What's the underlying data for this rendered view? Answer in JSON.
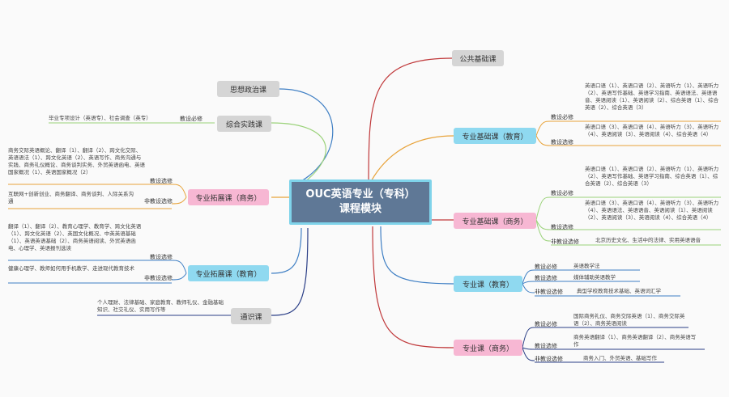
{
  "root": {
    "line1": "OUC英语专业（专科）",
    "line2": "课程模块"
  },
  "public": {
    "title": "公共基础课"
  },
  "right_branches": {
    "edu_basic": {
      "title": "专业基础课（教育）",
      "req_label": "教设必修",
      "req_text": "英语口语（1）、英语口语（2）、英语听力（1）、英语听力（2）、英语写作基础、英语学习指南、英语语法、英语语音、英语阅读（1）、英语阅读（2）、综合英语（1）、综合英语（2）、综合英语（3）",
      "elec_label": "教设选修",
      "elec_text": "英语口语（3）、英语口语（4）、英语听力（3）、英语听力（4）、英语阅读（3）、英语阅读（4）、综合英语（4）"
    },
    "biz_basic": {
      "title": "专业基础课（商务）",
      "req_label": "教设必修",
      "req_text": "英语口语（1）、英语口语（2）、英语听力（1）、英语听力（2）、英语写作基础、英语学习指南、综合英语（1）、综合英语（2）、综合英语（3）",
      "elec_label": "教设选修",
      "elec_text": "英语口语（3）、英语口语（4）、英语听力（3）、英语听力（4）、英语语法、英语语音、英语阅读（1）、英语阅读（2）、英语阅读（3）、英语阅读（4）、综合英语（4）",
      "nonedu_label": "非教设选修",
      "nonedu_text": "北京历史文化、生活中的法律、实用英语语音"
    },
    "edu_major": {
      "title": "专业课（教育）",
      "req_label": "教设必修",
      "req_text": "英语教学法",
      "elec_label": "教设选修",
      "elec_text": "媒体辅助英语教学",
      "nonedu_label": "非教设选修",
      "nonedu_text": "典型学校教育技术基础、英语词汇学"
    },
    "biz_major": {
      "title": "专业课（商务）",
      "req_label": "教设必修",
      "req_text": "国际商务礼仪、商务交际英语（1）、商务交际英语（2）、商务英语阅读",
      "elec_label": "教设选修",
      "elec_text": "商务英语翻译（1）、商务英语翻译（2）、商务英语写作",
      "nonedu_label": "非教设选修",
      "nonedu_text": "商务入门、外贸英语、基础写作"
    }
  },
  "left_branches": {
    "politics": {
      "title": "思想政治课"
    },
    "practice": {
      "title": "综合实践课",
      "label": "教设必修",
      "text": "毕业专项设计（英语专）、社会调查（英专）"
    },
    "biz_expand": {
      "title": "专业拓展课（商务）",
      "elec_label": "教设选修",
      "elec_text": "商务交际英语概论、翻译（1）、翻译（2）、跨文化交际、英语语法（1）、跨文化英语（2）、英语写作、商务沟通与实践、商务礼仪概论、商务谈判实务、外贸英语函电、英语国家概况（1）、英语国家概况（2）",
      "nonedu_label": "非教设选修",
      "nonedu_text": "互联网+创新创业、商务翻译、商务谈判、人际关系沟通"
    },
    "edu_expand": {
      "title": "专业拓展课（教育）",
      "elec_label": "教设选修",
      "elec_text": "翻译（1）、翻译（2）、教育心理学、教育学、跨文化英语（1）、跨文化英语（2）、英国文化概况、中英英语基础（1）、英语英语基础（2）、商务英语阅读、外贸英语函电、心理学、英语报刊选读",
      "nonedu_label": "非教设选修",
      "nonedu_text": "健康心理学、教师如何用手机教学、走进现代教育技术"
    },
    "general": {
      "title": "通识课",
      "text": "个人理财、法律基础、家庭教育、教师礼仪、金融基础知识、社交礼仪、实用写作等"
    }
  },
  "colors": {
    "root_bg": "#5f7896",
    "pink": "#f7b7d3",
    "blue": "#8fd9f0",
    "gray": "#d5d5d5",
    "line_red": "#c0393b",
    "line_orange": "#e8a33a",
    "line_blue": "#3f7fc4",
    "line_green": "#9bd27a",
    "line_darkblue": "#2b3f87"
  }
}
